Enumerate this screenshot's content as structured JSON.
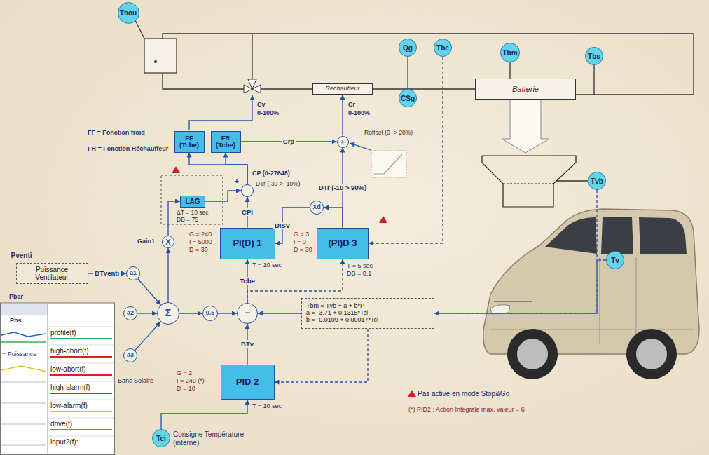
{
  "diagram": {
    "nodes": [
      {
        "text": [
          "Tbou"
        ]
      },
      {
        "text": [
          "Qg"
        ]
      },
      {
        "text": [
          "Tbe"
        ]
      },
      {
        "text": [
          "Tbm"
        ]
      },
      {
        "text": [
          "Tbs"
        ]
      },
      {
        "text": [
          "Réchauffeur"
        ]
      },
      {
        "text": [
          "Batterie"
        ]
      },
      {
        "text": [
          "CSg"
        ]
      },
      {
        "text": [
          "FF (Tcbe)"
        ]
      },
      {
        "text": [
          "FR (Tcbe)"
        ]
      },
      {
        "text": [
          "+"
        ]
      },
      {
        "text": [
          "Tvb"
        ]
      },
      {
        "text": [
          "+",
          "−"
        ]
      },
      {
        "text": [
          "LAG"
        ]
      },
      {
        "text": [
          "Xd"
        ]
      },
      {
        "text": [
          "X"
        ]
      },
      {
        "text": [
          "PI(D) 1"
        ]
      },
      {
        "text": [
          "(PI)D 3"
        ]
      },
      {
        "text": [
          "Tv"
        ]
      },
      {
        "text": [
          "Pventi",
          "Puissance Ventilateur"
        ]
      },
      {
        "text": [
          "a1"
        ]
      },
      {
        "text": [
          "Σ"
        ]
      },
      {
        "text": [
          "0.5"
        ]
      },
      {
        "text": [
          "−"
        ]
      },
      {
        "text": [
          "a2"
        ]
      },
      {
        "text": [
          "Tbm = Tvb + a + b*P",
          "a = -3.71 + 0.1315*Tci",
          "b = -0.0109 + 0.00017*Tci"
        ]
      },
      {
        "text": [
          "a3"
        ]
      },
      {
        "text": [
          "PID 2"
        ]
      },
      {
        "text": [
          "Tci"
        ]
      }
    ],
    "edges": [
      {
        "from": 28,
        "to": 27,
        "arrow": "to"
      },
      {
        "from": 27,
        "to": 23,
        "label": "DTv",
        "arrow": "to"
      },
      {
        "from": 23,
        "to": 16,
        "label": "Tcbe",
        "arrow": "to"
      },
      {
        "from": 22,
        "to": 23,
        "arrow": "to"
      },
      {
        "from": 21,
        "to": 22,
        "arrow": "to"
      },
      {
        "from": 20,
        "to": 21,
        "arrow": "to"
      },
      {
        "from": 24,
        "to": 21,
        "arrow": "to"
      },
      {
        "from": 26,
        "to": 21,
        "arrow": "to"
      },
      {
        "from": 19,
        "to": 20,
        "label": "DTventi",
        "arrow": "to"
      },
      {
        "from": 21,
        "to": 15,
        "arrow": "to"
      },
      {
        "from": 15,
        "to": 13,
        "arrow": "to"
      },
      {
        "from": 13,
        "to": 12,
        "arrow": "to"
      },
      {
        "from": 16,
        "to": 12,
        "label": "CPI",
        "arrow": "to"
      },
      {
        "from": 12,
        "to": 8,
        "arrow": "to"
      },
      {
        "from": 12,
        "to": 9,
        "arrow": "to"
      },
      {
        "from": 9,
        "to": 10,
        "label": "Crp",
        "arrow": "to"
      },
      {
        "from": 10,
        "to": 5,
        "arrow": "to"
      },
      {
        "from": 17,
        "to": 10,
        "label": "DTr (-10 > 90%)",
        "arrow": "to"
      },
      {
        "from": 17,
        "to": 14,
        "arrow": "to"
      },
      {
        "from": 14,
        "to": 16,
        "label": "DISV",
        "arrow": "to"
      },
      {
        "from": 23,
        "to": 17,
        "arrow": "to"
      },
      {
        "from": 2,
        "to": 17,
        "arrow": "to"
      },
      {
        "from": 11,
        "to": 25,
        "arrow": "to"
      },
      {
        "from": 18,
        "to": 25,
        "arrow": "none"
      },
      {
        "from": 25,
        "to": 23,
        "arrow": "to"
      },
      {
        "from": 25,
        "to": 27,
        "arrow": "to"
      },
      {
        "from": 1,
        "to": 7,
        "arrow": "none"
      }
    ],
    "labels": [
      "FF = Fonction froid",
      "FR = Fonction Réchauffeur",
      "Cv",
      "0-100%",
      "Cr",
      "0-100%",
      "Roffset (0 -> 20%)",
      "CP (0-27648)",
      "ΔT = 10 sec",
      "DB = 75",
      "DTr (-30 > -10%)",
      "G = 240",
      "I = 5000",
      "D = 30",
      "T = 10 sec",
      "G = 3",
      "I = 0",
      "D = 30",
      "T = 5 sec",
      "DB = 0.1",
      "Gain1",
      "Pbar",
      "Banc Solaire",
      "Pbs",
      "= Puissance",
      "G = 2",
      "I = 240 (*)",
      "D = 10",
      "T = 10 sec",
      "Consigne Température (interne)",
      "(*) PID2 : Action Intégrale max. valeur = 6"
    ],
    "legend": [
      {
        "text": "profile(f)"
      },
      {
        "text": "high-abort(f)"
      },
      {
        "text": "low-abort(f)"
      },
      {
        "text": "high-alarm(f)"
      },
      {
        "text": "low-alarm(f)"
      },
      {
        "text": "drive(f)"
      },
      {
        "text": "input2(f):"
      },
      {
        "text": "Pas active en mode Stop&Go"
      }
    ]
  }
}
